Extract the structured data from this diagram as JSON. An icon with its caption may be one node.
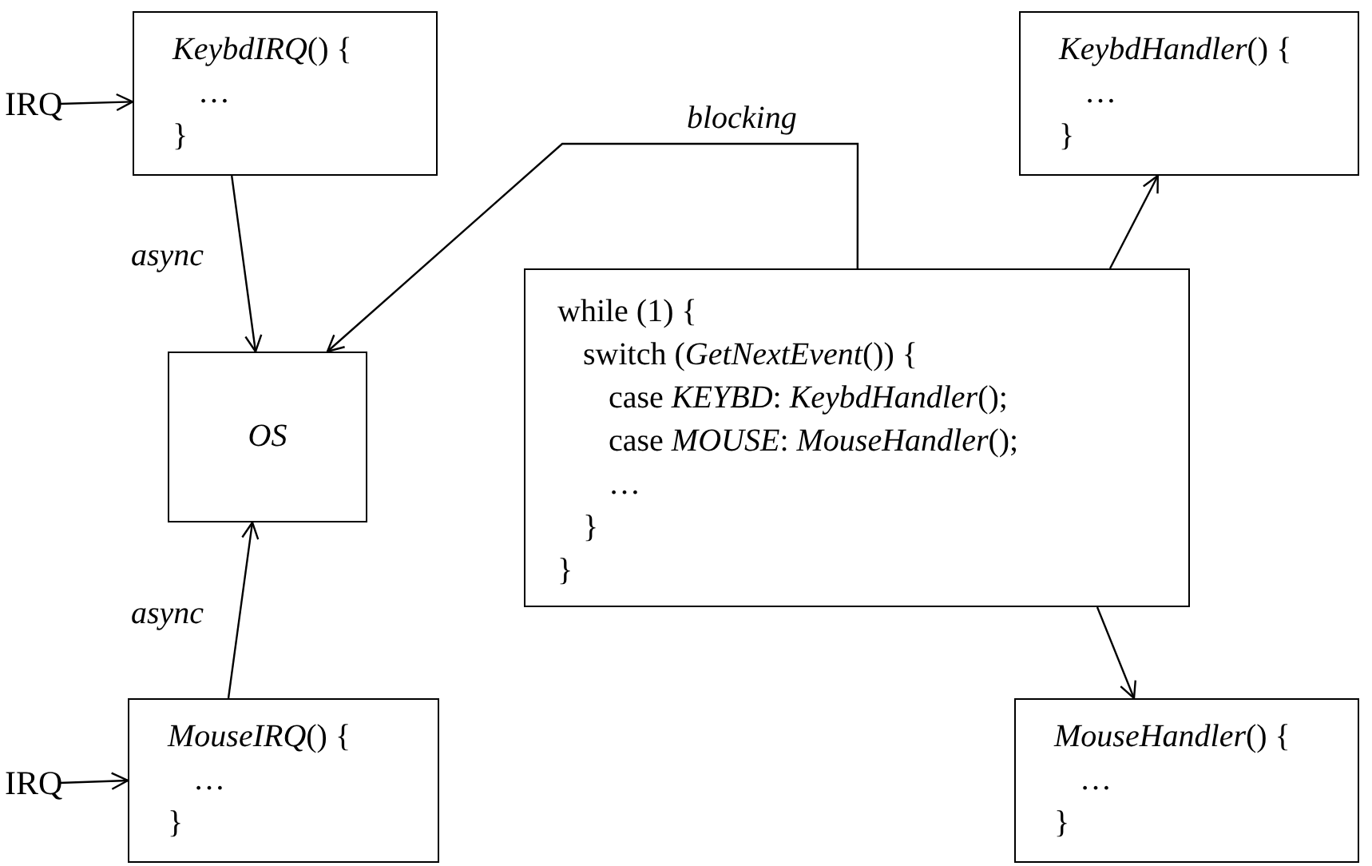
{
  "diagram": {
    "nodes": [
      {
        "text": [
          "IRQ"
        ]
      },
      {
        "text": [
          "*KeybdIRQ*() {",
          "…",
          "}"
        ]
      },
      {
        "text": [
          "*KeybdHandler*() {",
          "…",
          "}"
        ]
      },
      {
        "text": [
          "OS"
        ]
      },
      {
        "text": [
          "while (1) {",
          "switch (*GetNextEvent*()) {",
          "case *KEYBD*: *KeybdHandler*();",
          "case *MOUSE*: *MouseHandler*();",
          "…",
          "}",
          "}"
        ]
      },
      {
        "text": [
          "IRQ"
        ]
      },
      {
        "text": [
          "*MouseIRQ*() {",
          "…",
          "}"
        ]
      },
      {
        "text": [
          "*MouseHandler*() {",
          "…",
          "}"
        ]
      }
    ],
    "edges": [
      {
        "from": 0,
        "to": 1,
        "arrow": "to"
      },
      {
        "from": 1,
        "to": 3,
        "arrow": "to",
        "label": "async"
      },
      {
        "from": 4,
        "to": 3,
        "arrow": "to",
        "label": "blocking"
      },
      {
        "from": 4,
        "to": 2,
        "arrow": "to"
      },
      {
        "from": 4,
        "to": 7,
        "arrow": "to"
      },
      {
        "from": 5,
        "to": 6,
        "arrow": "to"
      },
      {
        "from": 6,
        "to": 3,
        "arrow": "to",
        "label": "async"
      }
    ]
  }
}
